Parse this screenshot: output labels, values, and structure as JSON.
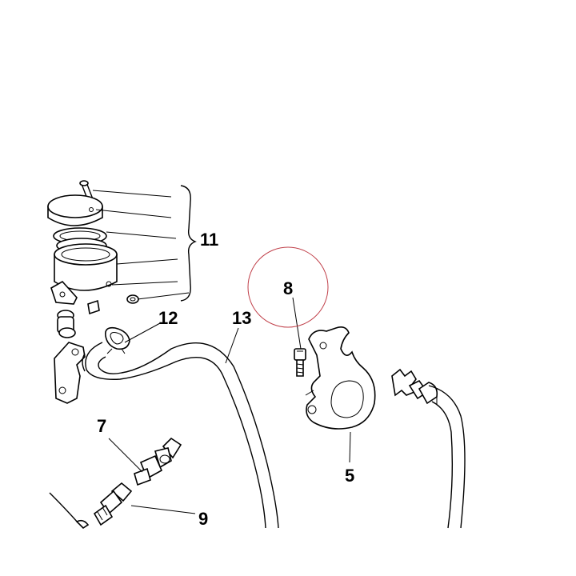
{
  "callouts": {
    "c5": "5",
    "c7": "7",
    "c8": "8",
    "c9": "9",
    "c11": "11",
    "c12": "12",
    "c13": "13"
  },
  "colors": {
    "ink": "#000000",
    "highlight_circle": "#c0404a",
    "background": "#ffffff"
  },
  "highlighted_callout": "8"
}
